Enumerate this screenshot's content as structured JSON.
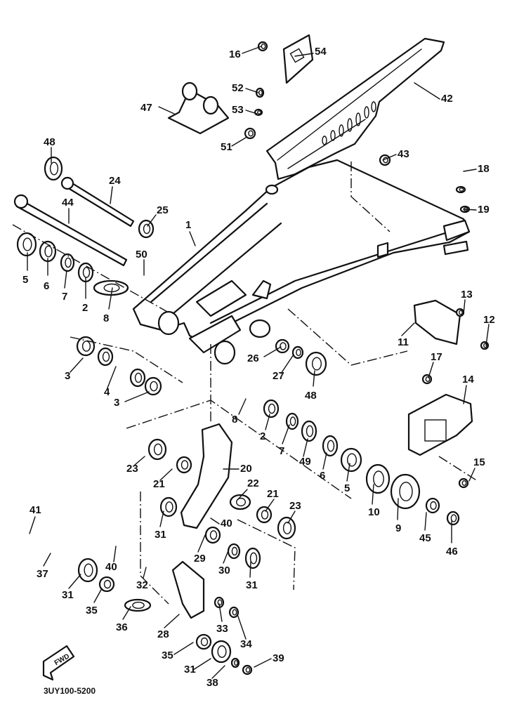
{
  "diagram": {
    "title": "Rear Arm (Swingarm) Exploded Parts Diagram",
    "catalog_code": "3UY100-5200",
    "direction_indicator": "FWD",
    "part_labels": [
      "1",
      "2",
      "3",
      "4",
      "5",
      "6",
      "7",
      "8",
      "9",
      "10",
      "11",
      "12",
      "13",
      "14",
      "15",
      "16",
      "17",
      "18",
      "19",
      "20",
      "21",
      "22",
      "23",
      "24",
      "25",
      "26",
      "27",
      "28",
      "29",
      "30",
      "31",
      "32",
      "33",
      "34",
      "35",
      "36",
      "37",
      "38",
      "39",
      "40",
      "41",
      "42",
      "43",
      "44",
      "45",
      "46",
      "47",
      "48",
      "49",
      "50",
      "51",
      "52",
      "53",
      "54"
    ],
    "callouts": [
      {
        "id": "c16",
        "label": "16"
      },
      {
        "id": "c54",
        "label": "54"
      },
      {
        "id": "c52",
        "label": "52"
      },
      {
        "id": "c47",
        "label": "47"
      },
      {
        "id": "c53",
        "label": "53"
      },
      {
        "id": "c42",
        "label": "42"
      },
      {
        "id": "c51",
        "label": "51"
      },
      {
        "id": "c43",
        "label": "43"
      },
      {
        "id": "c48a",
        "label": "48"
      },
      {
        "id": "c18",
        "label": "18"
      },
      {
        "id": "c24",
        "label": "24"
      },
      {
        "id": "c44",
        "label": "44"
      },
      {
        "id": "c25",
        "label": "25"
      },
      {
        "id": "c19",
        "label": "19"
      },
      {
        "id": "c1",
        "label": "1"
      },
      {
        "id": "c50",
        "label": "50"
      },
      {
        "id": "c5a",
        "label": "5"
      },
      {
        "id": "c6a",
        "label": "6"
      },
      {
        "id": "c7a",
        "label": "7"
      },
      {
        "id": "c2a",
        "label": "2"
      },
      {
        "id": "c8a",
        "label": "8"
      },
      {
        "id": "c13",
        "label": "13"
      },
      {
        "id": "c12",
        "label": "12"
      },
      {
        "id": "c11",
        "label": "11"
      },
      {
        "id": "c26",
        "label": "26"
      },
      {
        "id": "c27",
        "label": "27"
      },
      {
        "id": "c48b",
        "label": "48"
      },
      {
        "id": "c17",
        "label": "17"
      },
      {
        "id": "c14",
        "label": "14"
      },
      {
        "id": "c3a",
        "label": "3"
      },
      {
        "id": "c4",
        "label": "4"
      },
      {
        "id": "c3b",
        "label": "3"
      },
      {
        "id": "c8b",
        "label": "8"
      },
      {
        "id": "c2b",
        "label": "2"
      },
      {
        "id": "c7b",
        "label": "7"
      },
      {
        "id": "c49",
        "label": "49"
      },
      {
        "id": "c6b",
        "label": "6"
      },
      {
        "id": "c5b",
        "label": "5"
      },
      {
        "id": "c10",
        "label": "10"
      },
      {
        "id": "c9",
        "label": "9"
      },
      {
        "id": "c15",
        "label": "15"
      },
      {
        "id": "c45",
        "label": "45"
      },
      {
        "id": "c46",
        "label": "46"
      },
      {
        "id": "c23a",
        "label": "23"
      },
      {
        "id": "c21a",
        "label": "21"
      },
      {
        "id": "c20",
        "label": "20"
      },
      {
        "id": "c22",
        "label": "22"
      },
      {
        "id": "c21b",
        "label": "21"
      },
      {
        "id": "c23b",
        "label": "23"
      },
      {
        "id": "c31a",
        "label": "31"
      },
      {
        "id": "c40a",
        "label": "40"
      },
      {
        "id": "c29",
        "label": "29"
      },
      {
        "id": "c30",
        "label": "30"
      },
      {
        "id": "c31b",
        "label": "31"
      },
      {
        "id": "c41",
        "label": "41"
      },
      {
        "id": "c37",
        "label": "37"
      },
      {
        "id": "c40b",
        "label": "40"
      },
      {
        "id": "c32",
        "label": "32"
      },
      {
        "id": "c31c",
        "label": "31"
      },
      {
        "id": "c35a",
        "label": "35"
      },
      {
        "id": "c36",
        "label": "36"
      },
      {
        "id": "c28",
        "label": "28"
      },
      {
        "id": "c33",
        "label": "33"
      },
      {
        "id": "c34",
        "label": "34"
      },
      {
        "id": "c35b",
        "label": "35"
      },
      {
        "id": "c31d",
        "label": "31"
      },
      {
        "id": "c39",
        "label": "39"
      },
      {
        "id": "c38",
        "label": "38"
      }
    ]
  }
}
